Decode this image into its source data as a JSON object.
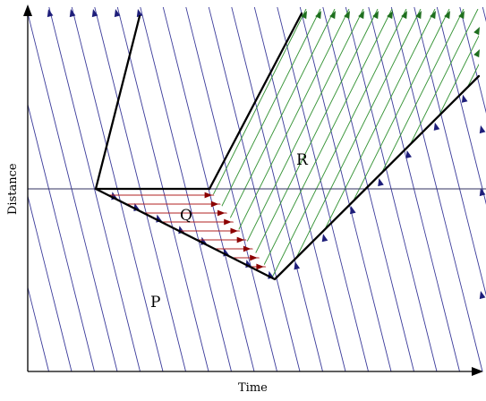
{
  "axes": {
    "x_label": "Time",
    "y_label": "Distance"
  },
  "regions": {
    "p": "P",
    "q": "Q",
    "r": "R"
  },
  "colors": {
    "background": "#ffffff",
    "axis": "#000000",
    "boundary": "#000000",
    "mid_line": "#303060",
    "p_lines": "#3a3a9a",
    "p_arrows": "#1e1e7a",
    "q_lines": "#b02020",
    "q_arrows": "#8b0000",
    "r_lines": "#2f8f2f",
    "r_arrows": "#1f6f1f"
  }
}
